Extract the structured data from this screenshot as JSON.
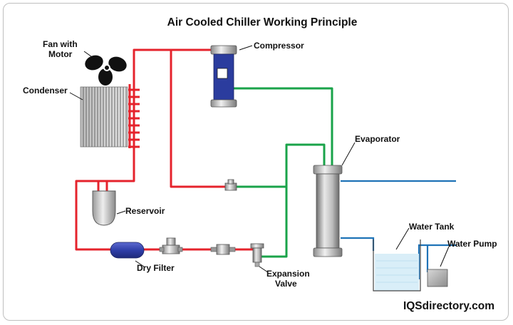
{
  "title": "Air Cooled Chiller Working Principle",
  "labels": {
    "fan_line1": "Fan with",
    "fan_line2": "Motor",
    "compressor": "Compressor",
    "condenser": "Condenser",
    "evaporator": "Evaporator",
    "reservoir": "Reservoir",
    "water_tank": "Water Tank",
    "water_pump": "Water Pump",
    "dry_filter": "Dry Filter",
    "expansion_line1": "Expansion",
    "expansion_line2": "Valve"
  },
  "brand": "IQSdirectory.com",
  "colors": {
    "hot_line": "#e5232c",
    "cold_line": "#1aa34a",
    "water_line": "#1f73b7",
    "compressor_body": "#2b3c9e",
    "dry_filter": "#2f3fa8",
    "water_fill": "#d9eef8"
  }
}
